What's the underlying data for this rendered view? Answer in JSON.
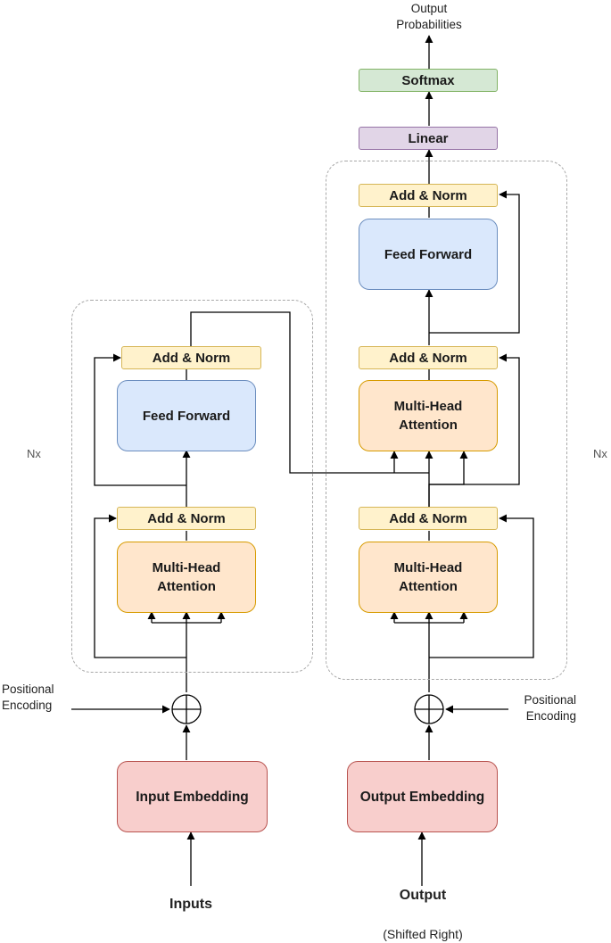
{
  "output": {
    "probabilities_label": "Output\nProbabilities"
  },
  "decoder": {
    "softmax_label": "Softmax",
    "linear_label": "Linear",
    "add_norm_top": "Add & Norm",
    "feed_forward": "Feed Forward",
    "add_norm_mid": "Add & Norm",
    "cross_attention": "Multi-Head\nAttention",
    "add_norm_bottom": "Add & Norm",
    "self_attention": "Multi-Head\nAttention",
    "embedding": "Output Embedding",
    "positional_encoding": "Positional\nEncoding",
    "input_label": "Output",
    "input_note": "(Shifted Right)",
    "nx_label": "Nx"
  },
  "encoder": {
    "add_norm_top": "Add & Norm",
    "feed_forward": "Feed Forward",
    "add_norm_bottom": "Add & Norm",
    "self_attention": "Multi-Head\nAttention",
    "embedding": "Input Embedding",
    "positional_encoding": "Positional\nEncoding",
    "input_label": "Inputs",
    "nx_label": "Nx"
  },
  "colors": {
    "add_norm_fill": "#fff2cc",
    "feed_forward_fill": "#dae8fc",
    "attention_fill": "#ffe6cc",
    "embedding_fill": "#f8cecc",
    "linear_fill": "#e1d5e7",
    "softmax_fill": "#d5e8d4"
  }
}
